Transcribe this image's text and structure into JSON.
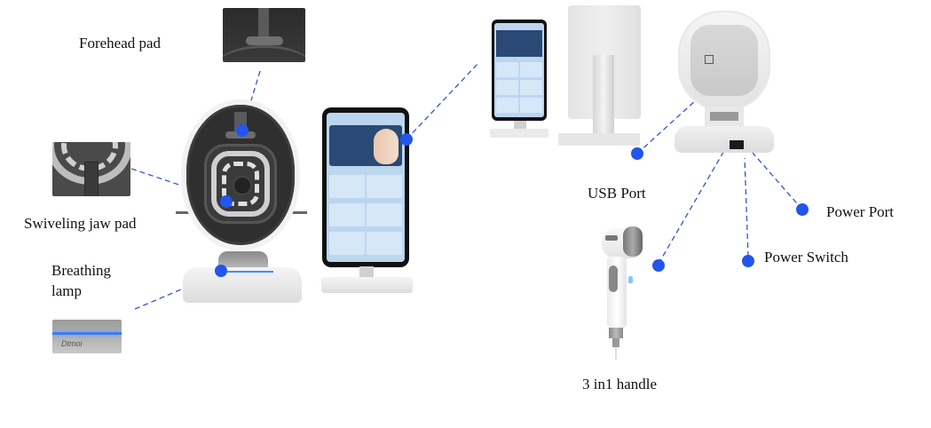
{
  "diagram": {
    "title": "",
    "accent_color": "#2255ee",
    "line_color": "#3355cc",
    "callouts": [
      {
        "id": "forehead-pad",
        "label": "Forehead pad"
      },
      {
        "id": "swiveling-jaw-pad",
        "label": "Swiveling jaw pad"
      },
      {
        "id": "breathing-lamp",
        "label_line1": "Breathing",
        "label_line2": "lamp"
      },
      {
        "id": "usb-port",
        "label": "USB Port"
      },
      {
        "id": "power-port",
        "label": "Power Port"
      },
      {
        "id": "power-switch",
        "label": "Power Switch"
      },
      {
        "id": "handle",
        "label": "3 in1 handle"
      }
    ],
    "thumbnails": {
      "lamp_brand": "Dtmoi"
    }
  }
}
